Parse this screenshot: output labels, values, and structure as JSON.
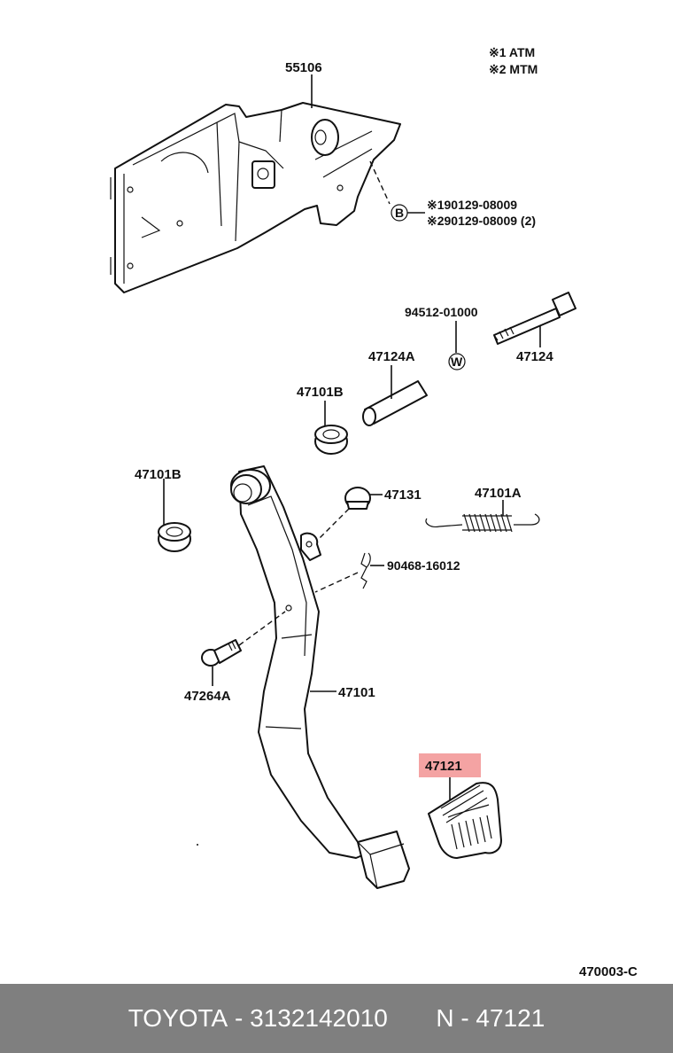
{
  "legend": {
    "line1": "※1  ATM",
    "line2": "※2  MTM"
  },
  "labels": {
    "bracket": "55106",
    "bolt_b_1": "※190129-08009",
    "bolt_b_2": "※290129-08009 (2)",
    "b_symbol": "B",
    "w_symbol": "W",
    "nut": "94512-01000",
    "bolt": "47124",
    "collar": "47124A",
    "bushing_upper": "47101B",
    "bushing_left": "47101B",
    "cushion": "47131",
    "spring": "47101A",
    "clip": "90468-16012",
    "pin": "47264A",
    "pedal_arm": "47101",
    "pedal_pad": "47121",
    "diagram_code": "470003-C"
  },
  "highlight_color": "#f4a3a3",
  "footer": {
    "brand": "TOYOTA",
    "separator": " - ",
    "part_number": "3132142010",
    "n_label": "N - 47121"
  }
}
